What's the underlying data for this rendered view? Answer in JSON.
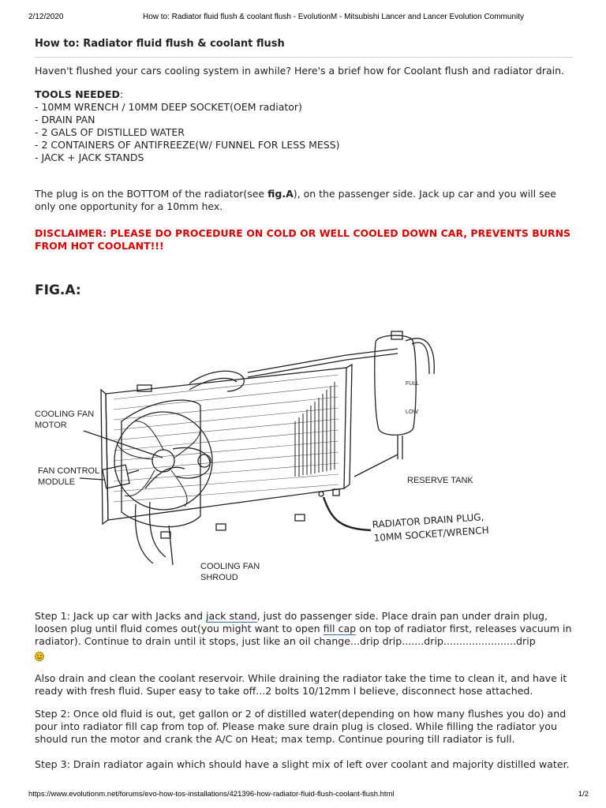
{
  "print_header": {
    "date": "2/12/2020",
    "title": "How to: Radiator fluid flush & coolant flush - EvolutionM - Mitsubishi Lancer and Lancer Evolution Community"
  },
  "post": {
    "title": "How to: Radiator fluid flush & coolant flush",
    "intro": "Haven't flushed your cars cooling system in awhile? Here's a brief how for Coolant flush and radiator drain.",
    "tools_heading": "TOOLS NEEDED",
    "tools_colon": ":",
    "tools": [
      "- 10MM WRENCH / 10MM DEEP SOCKET(OEM radiator)",
      "- DRAIN PAN",
      "- 2 GALS OF DISTILLED WATER",
      "- 2 CONTAINERS OF ANTIFREEZE(W/ FUNNEL FOR LESS MESS)",
      "- JACK + JACK STANDS"
    ],
    "plug_pre": "The plug is on the BOTTOM of the radiator(see ",
    "plug_bold": "fig.A",
    "plug_post": "), on the passenger side. Jack up car and you will see only one opportunity for a 10mm hex.",
    "disclaimer": "DISCLAIMER: PLEASE DO PROCEDURE ON COLD OR WELL COOLED DOWN CAR, PREVENTS BURNS FROM HOT COOLANT!!!",
    "fig_title": "FIG.A:",
    "figure_labels": {
      "fan_motor_1": "COOLING FAN",
      "fan_motor_2": "MOTOR",
      "fan_control_1": "FAN CONTROL",
      "fan_control_2": "MODULE",
      "reserve_tank": "RESERVE TANK",
      "shroud_1": "COOLING FAN",
      "shroud_2": "SHROUD",
      "drain_1": "RADIATOR DRAIN PLUG,",
      "drain_2": "10MM SOCKET/WRENCH",
      "full": "FULL",
      "low": "LOW"
    },
    "step1_a": "Step 1: Jack up car with Jacks and ",
    "step1_link1": "jack stand",
    "step1_b": ", just do passenger side. Place drain pan under drain plug, loosen plug until fluid comes out(you might want to open ",
    "step1_link2": "fill cap",
    "step1_c": " on top of radiator first, releases vacuum in radiator). Continue to drain until it stops, just like an oil change...drip drip.......drip.......................drip",
    "also": "Also drain and clean the coolant reservoir. While draining the radiator take the time to clean it, and have it ready with fresh fluid. Super easy to take off...2 bolts 10/12mm I believe, disconnect hose attached.",
    "step2": "Step 2: Once old fluid is out, get gallon or 2 of distilled water(depending on how many flushes you do) and pour into radiator fill cap from top of. Please make sure drain plug is closed. While filling the radiator you should run the motor and crank the A/C on Heat; max temp. Continue pouring till radiator is full.",
    "step3": "Step 3: Drain radiator again which should have a slight mix of left over coolant and majority distilled water."
  },
  "footer": {
    "url": "https://www.evolutionm.net/forums/evo-how-tos-installations/421396-how-radiator-fluid-flush-coolant-flush.html",
    "page": "1/2"
  },
  "colors": {
    "disclaimer": "#e00000",
    "link_underline": "#2a6acf"
  }
}
